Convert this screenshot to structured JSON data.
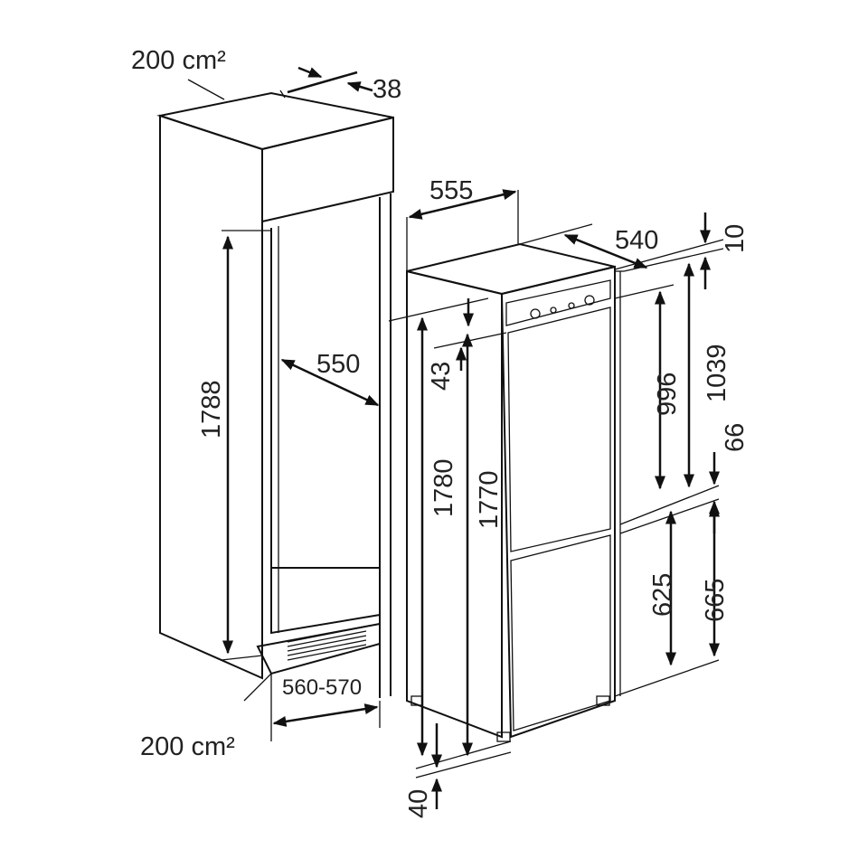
{
  "title": "Built-in fridge-freezer installation dimensions",
  "colors": {
    "line": "#111111",
    "background": "#ffffff"
  },
  "labels": {
    "vent_top": "200 cm²",
    "vent_bottom": "200 cm²",
    "top_gap": "38",
    "width_appliance": "555",
    "depth_appliance": "540",
    "top_offset": "10",
    "upper_door_total": "1039",
    "door_gap": "66",
    "upper_door": "996",
    "top_clearance": "43",
    "height_appliance": "1780",
    "height_door": "1770",
    "niche_depth": "550",
    "niche_height": "1788",
    "lower_door": "625",
    "lower_door_total": "665",
    "niche_width": "560-570",
    "bottom_offset": "40"
  }
}
